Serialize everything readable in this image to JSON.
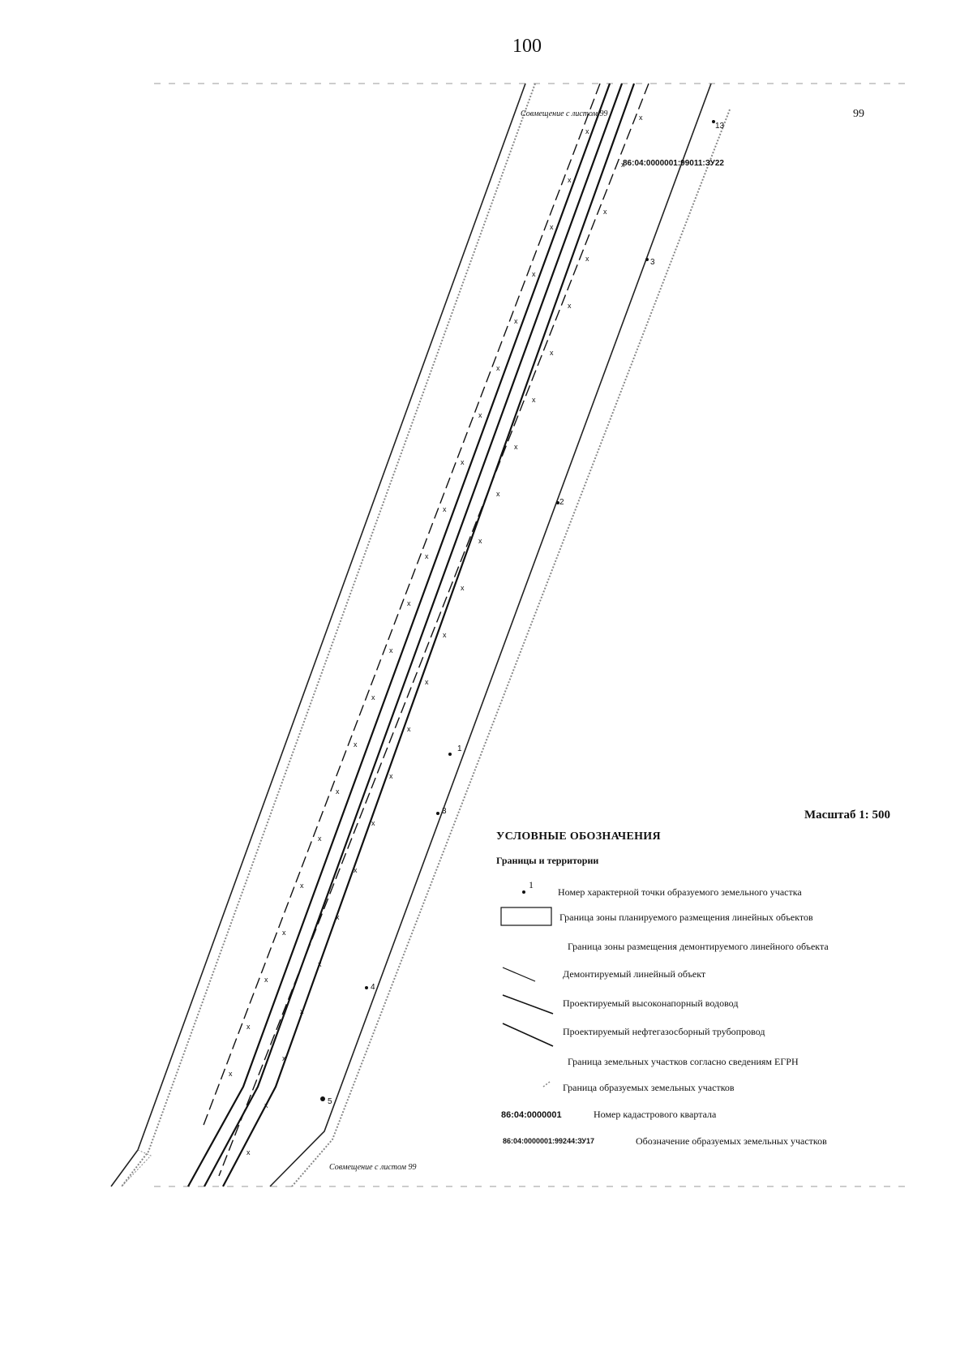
{
  "page": {
    "number": "100",
    "sheet_number": "99"
  },
  "map": {
    "match_label_top": "Совмещение с листом 99",
    "match_label_bottom": "Совмещение с листом 99",
    "parcel_label": "86:04:0000001:99011:ЗУ22",
    "point_labels": [
      "13",
      "3",
      "2",
      "1",
      "3",
      "4",
      "5"
    ],
    "scale": "Масштаб 1: 500"
  },
  "legend": {
    "title": "УСЛОВНЫЕ ОБОЗНАЧЕНИЯ",
    "subtitle": "Границы и территории",
    "point_symbol": "1",
    "items": [
      "Номер характерной точки образуемого земельного участка",
      "Граница зоны планируемого размещения линейных объектов",
      "Граница зоны размещения демонтируемого линейного объекта",
      "Демонтируемый линейный объект",
      "Проектируемый высоконапорный водовод",
      "Проектируемый нефтегазосборный трубопровод",
      "Граница земельных участков согласно сведениям ЕГРН",
      "Граница образуемых земельных участков"
    ],
    "cadastral_code": "86:04:0000001",
    "cadastral_label": "Номер кадастрового квартала",
    "parcel_code": "86:04:0000001:99244:ЗУ17",
    "parcel_label": "Обозначение образуемых земельных участков"
  }
}
